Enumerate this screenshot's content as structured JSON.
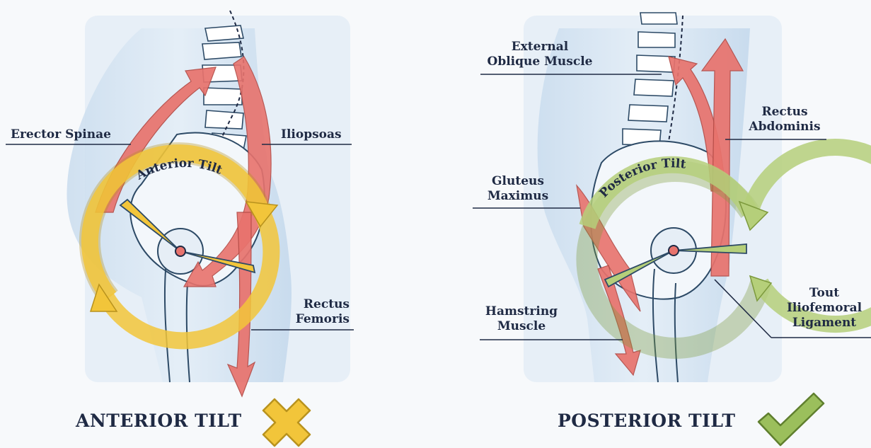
{
  "left_panel": {
    "ring_label": "Anterior Tilt",
    "labels": {
      "erector_spinae": "Erector Spinae",
      "iliopsoas": "Iliopsoas",
      "rectus_femoris_1": "Rectus",
      "rectus_femoris_2": "Femoris"
    },
    "title": "ANTERIOR TILT",
    "verdict_icon": "x-cross-icon",
    "verdict_color": "#f2c53a"
  },
  "right_panel": {
    "ring_label": "Posterior Tilt",
    "labels": {
      "external_oblique_1": "External",
      "external_oblique_2": "Oblique Muscle",
      "rectus_abdominis_1": "Rectus",
      "rectus_abdominis_2": "Abdominis",
      "gluteus_maximus_1": "Gluteus",
      "gluteus_maximus_2": "Maximus",
      "hamstring_1": "Hamstring",
      "hamstring_2": "Muscle",
      "iliofemoral_1": "Tout",
      "iliofemoral_2": "Iliofemoral",
      "iliofemoral_3": "Ligament"
    },
    "title": "POSTERIOR TILT",
    "verdict_icon": "check-mark-icon",
    "verdict_color": "#9bbf5c"
  },
  "colors": {
    "muscle": "#e8736d",
    "ring_anterior": "#f2c53a",
    "ring_posterior": "#b5cf7a",
    "body": "#d6e6f3",
    "outline": "#2d4a66",
    "text": "#1f2a44"
  }
}
